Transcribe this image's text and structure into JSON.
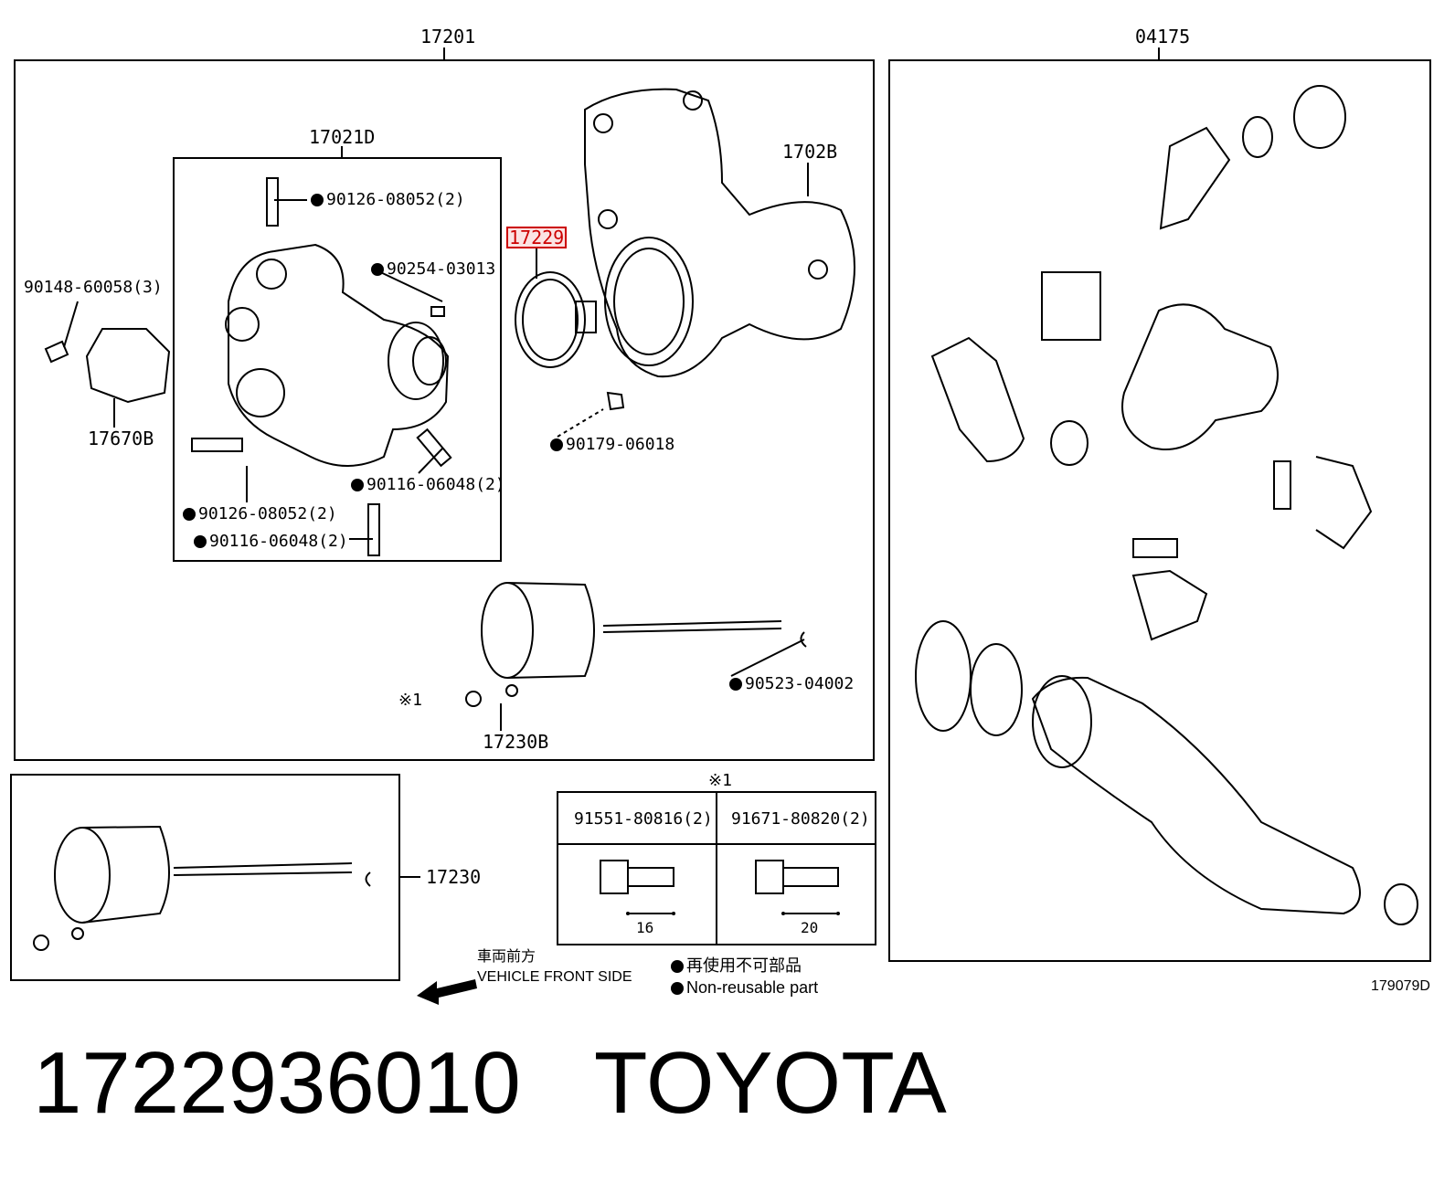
{
  "diagram_code": "179079D",
  "assemblies": {
    "left_top": "17201",
    "right_top": "04175",
    "inner_box": "17021D",
    "bottom_left_part": "17230"
  },
  "parts": {
    "p1702B": "1702B",
    "p17229": "17229",
    "p17670B": "17670B",
    "p17230B": "17230B"
  },
  "fasteners": {
    "f_90126_top": "90126-08052(2)",
    "f_90254": "90254-03013",
    "f_90148": "90148-60058(3)",
    "f_90179": "90179-06018",
    "f_90116_right": "90116-06048(2)",
    "f_90126_bottom": "90126-08052(2)",
    "f_90116_bottom": "90116-06048(2)",
    "f_90523": "90523-04002",
    "ref_note": "※1"
  },
  "bolt_table": {
    "header_note": "※1",
    "col1_part": "91551-80816(2)",
    "col1_len": "16",
    "col2_part": "91671-80820(2)",
    "col2_len": "20"
  },
  "legend": {
    "front_jp": "車両前方",
    "front_en": "VEHICLE FRONT SIDE",
    "nonreuse_jp": "再使用不可部品",
    "nonreuse_en": "Non-reusable part"
  },
  "footer": {
    "part_number": "1722936010",
    "brand": "TOYOTA"
  }
}
